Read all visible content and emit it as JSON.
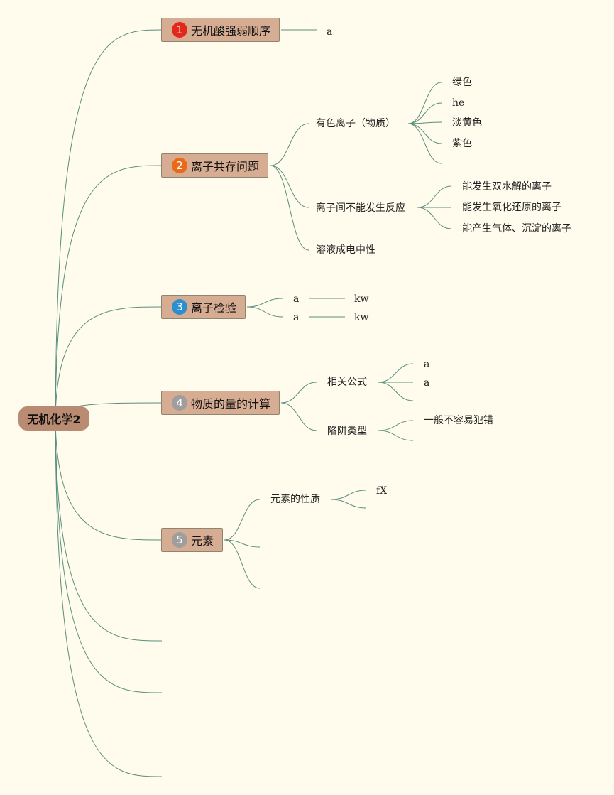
{
  "root": {
    "label": "无机化学2"
  },
  "colors": {
    "line": "#5a8f7b",
    "badges": [
      "#e2271b",
      "#ea6a1a",
      "#2b8fcf",
      "#9e9e9e",
      "#9e9e9e"
    ]
  },
  "topics": [
    {
      "number": "1",
      "label": "无机酸强弱顺序",
      "children": [
        "a"
      ]
    },
    {
      "number": "2",
      "label": "离子共存问题",
      "children": [
        {
          "label": "有色离子（物质）",
          "children": [
            "绿色",
            "he",
            "淡黄色",
            "紫色"
          ]
        },
        {
          "label": "离子间不能发生反应",
          "children": [
            "能发生双水解的离子",
            "能发生氧化还原的离子",
            "能产生气体、沉淀的离子"
          ]
        },
        {
          "label": "溶液成电中性"
        }
      ]
    },
    {
      "number": "3",
      "label": "离子检验",
      "children": [
        {
          "label": "a",
          "child": "kw"
        },
        {
          "label": "a",
          "child": "kw"
        }
      ]
    },
    {
      "number": "4",
      "label": "物质的量的计算",
      "children": [
        {
          "label": "相关公式",
          "children": [
            "a",
            "a"
          ]
        },
        {
          "label": "陷阱类型",
          "children": [
            "一般不容易犯错"
          ]
        }
      ]
    },
    {
      "number": "5",
      "label": "元素",
      "children": [
        {
          "label": "元素的性质",
          "children": [
            "fX"
          ]
        }
      ]
    }
  ]
}
